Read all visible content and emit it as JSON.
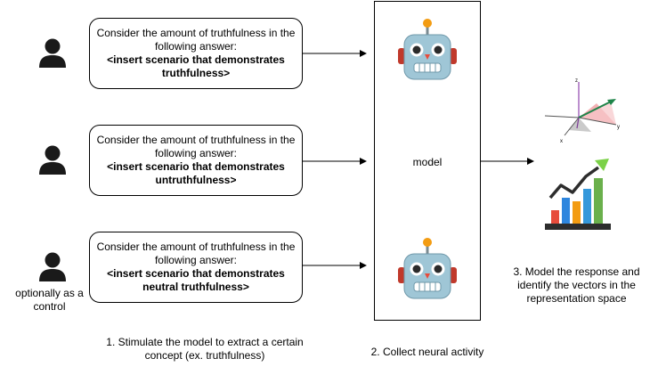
{
  "prompts": [
    {
      "line1": "Consider the amount of truthfulness in the",
      "line2": "following answer:",
      "bold1": "<insert scenario that demonstrates",
      "bold2": "truthfulness>"
    },
    {
      "line1": "Consider the amount of truthfulness in the",
      "line2": "following answer:",
      "bold1": "<insert scenario that demonstrates",
      "bold2": "untruthfulness>"
    },
    {
      "line1": "Consider the amount of truthfulness in the",
      "line2": "following answer:",
      "bold1": "<insert scenario that demonstrates",
      "bold2": "neutral truthfulness>"
    }
  ],
  "control_label": {
    "line1": "optionally as a",
    "line2": "control"
  },
  "model_label": "model",
  "captions": {
    "step1": {
      "line1": "1. Stimulate the model to extract a certain",
      "line2": "concept (ex. truthfulness)"
    },
    "step2": "2. Collect neural activity",
    "step3": {
      "line1": "3. Model the response and",
      "line2": "identify the vectors in the",
      "line3": "representation space"
    }
  },
  "axis_labels": {
    "z": "z",
    "y": "y",
    "x": "x"
  },
  "icons": [
    "user-icon",
    "robot-icon",
    "3d-axes-icon",
    "bar-chart-trend-icon"
  ],
  "colors": {
    "user": "#1a1a1a",
    "robot_body": "#9fc6d6",
    "robot_eye": "#2b2b2b",
    "accent_orange": "#f39c12"
  }
}
